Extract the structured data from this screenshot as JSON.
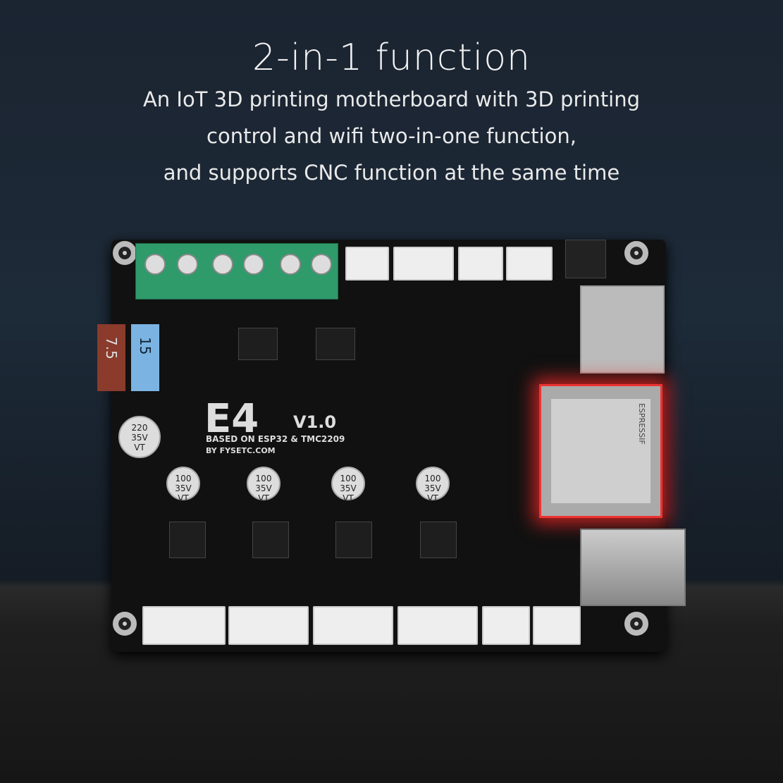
{
  "headline": {
    "title": "2-in-1 function",
    "lines": [
      "An IoT 3D printing motherboard with 3D printing",
      "control and wifi two-in-one function,",
      "and supports CNC function at the same time"
    ]
  },
  "board": {
    "model": "E4",
    "version": "V1.0",
    "based_on": "BASED ON ESP32 & TMC2209",
    "by": "BY FYSETC.COM",
    "module_label": "ESPRESSIF",
    "capacitor_label": "100\n35V\nVT",
    "big_capacitor_label": "220\n35V\nVT",
    "fuses": [
      "7.5",
      "15"
    ],
    "highlight_color": "#e33333"
  }
}
